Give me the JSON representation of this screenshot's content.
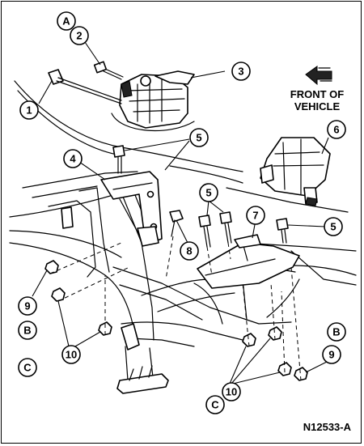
{
  "figure_id": "N12533-A",
  "front_label": {
    "line1": "FRONT OF",
    "line2": "VEHICLE"
  },
  "callouts": [
    {
      "id": "c-A",
      "text": "A"
    },
    {
      "id": "c-2",
      "text": "2"
    },
    {
      "id": "c-3",
      "text": "3"
    },
    {
      "id": "c-1",
      "text": "1"
    },
    {
      "id": "c-6",
      "text": "6"
    },
    {
      "id": "c-5a",
      "text": "5"
    },
    {
      "id": "c-4",
      "text": "4"
    },
    {
      "id": "c-5b",
      "text": "5"
    },
    {
      "id": "c-7",
      "text": "7"
    },
    {
      "id": "c-5c",
      "text": "5"
    },
    {
      "id": "c-8",
      "text": "8"
    },
    {
      "id": "c-9a",
      "text": "9"
    },
    {
      "id": "c-Ba",
      "text": "B"
    },
    {
      "id": "c-10a",
      "text": "10"
    },
    {
      "id": "c-Ca",
      "text": "C"
    },
    {
      "id": "c-Bb",
      "text": "B"
    },
    {
      "id": "c-9b",
      "text": "9"
    },
    {
      "id": "c-10b",
      "text": "10"
    },
    {
      "id": "c-Cb",
      "text": "C"
    }
  ]
}
